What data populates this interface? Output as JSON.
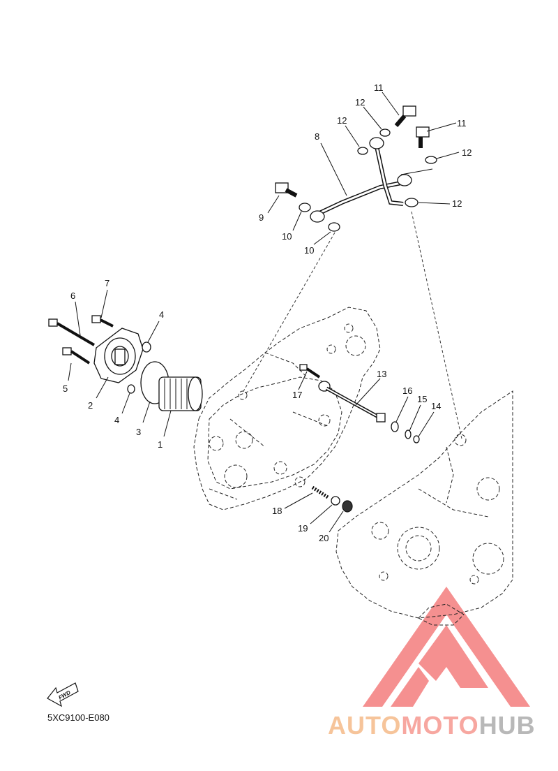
{
  "diagram": {
    "code": "5XC9100-E080",
    "fwd_label": "FWD",
    "callouts": [
      "1",
      "2",
      "3",
      "4",
      "4",
      "5",
      "6",
      "7",
      "8",
      "9",
      "10",
      "10",
      "11",
      "11",
      "12",
      "12",
      "12",
      "12",
      "13",
      "14",
      "15",
      "16",
      "17",
      "18",
      "19",
      "20"
    ]
  },
  "watermark": {
    "part1": "AUTO",
    "part2": "MOTO",
    "part3": "HUB",
    "colors": {
      "part1": "#f6c49a",
      "part2": "#f7a7a0",
      "part3": "#b8b8b8",
      "logo": "#f26b6b"
    }
  }
}
